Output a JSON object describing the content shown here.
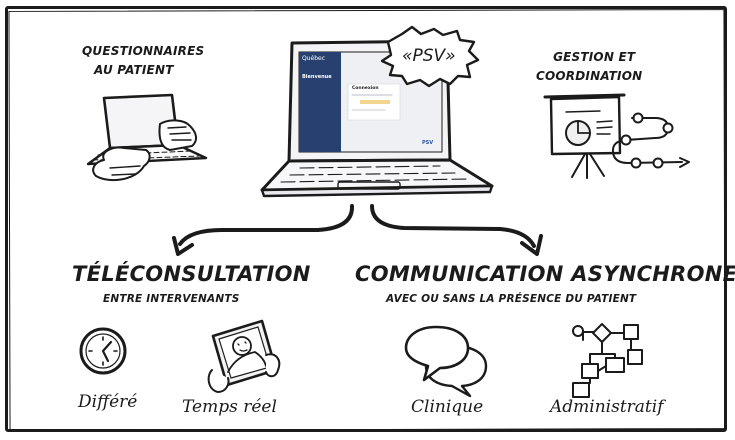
{
  "top_left_label": [
    "QUESTIONNAIRES",
    "AU PATIENT"
  ],
  "top_right_label": [
    "GESTION ET",
    "COORDINATION"
  ],
  "burst_label": "«PSV»",
  "screen": {
    "brand": "Québec",
    "headline": "Bienvenue",
    "panel_title": "Connexion",
    "footer_logo": "PSV"
  },
  "left_section": {
    "title": "TÉLÉCONSULTATION",
    "subtitle": "ENTRE INTERVENANTS",
    "items": [
      {
        "label": "Différé",
        "icon": "clock-icon"
      },
      {
        "label": "Temps réel",
        "icon": "video-tablet-icon"
      }
    ]
  },
  "right_section": {
    "title": "COMMUNICATION ASYNCHRONE",
    "subtitle": "AVEC OU SANS LA PRÉSENCE DU PATIENT",
    "items": [
      {
        "label": "Clinique",
        "icon": "speech-bubbles-icon"
      },
      {
        "label": "Administratif",
        "icon": "flowchart-icon"
      }
    ]
  }
}
